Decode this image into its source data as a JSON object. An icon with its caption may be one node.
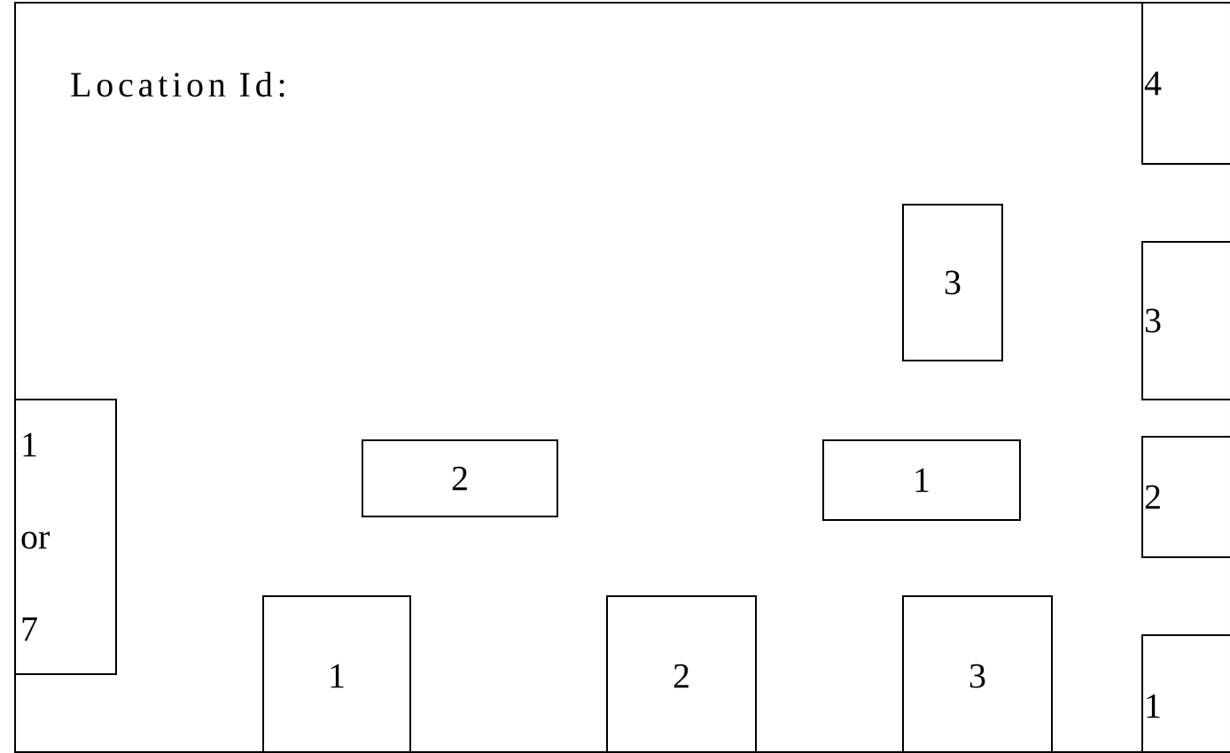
{
  "diagram": {
    "nodes": [
      {
        "text": [
          "Location Id:"
        ]
      },
      {
        "text": [
          "4"
        ],
        "in": 0
      },
      {
        "text": [
          "3"
        ],
        "in": 0
      },
      {
        "text": [
          "3"
        ],
        "in": 0
      },
      {
        "text": [
          "1 or 7"
        ],
        "in": 0
      },
      {
        "text": [
          "2"
        ],
        "in": 0
      },
      {
        "text": [
          "1"
        ],
        "in": 0
      },
      {
        "text": [
          "2"
        ],
        "in": 0
      },
      {
        "text": [
          "1"
        ],
        "in": 0
      },
      {
        "text": [
          "2"
        ],
        "in": 0
      },
      {
        "text": [
          "3"
        ],
        "in": 0
      },
      {
        "text": [
          "1"
        ],
        "in": 0
      }
    ]
  }
}
